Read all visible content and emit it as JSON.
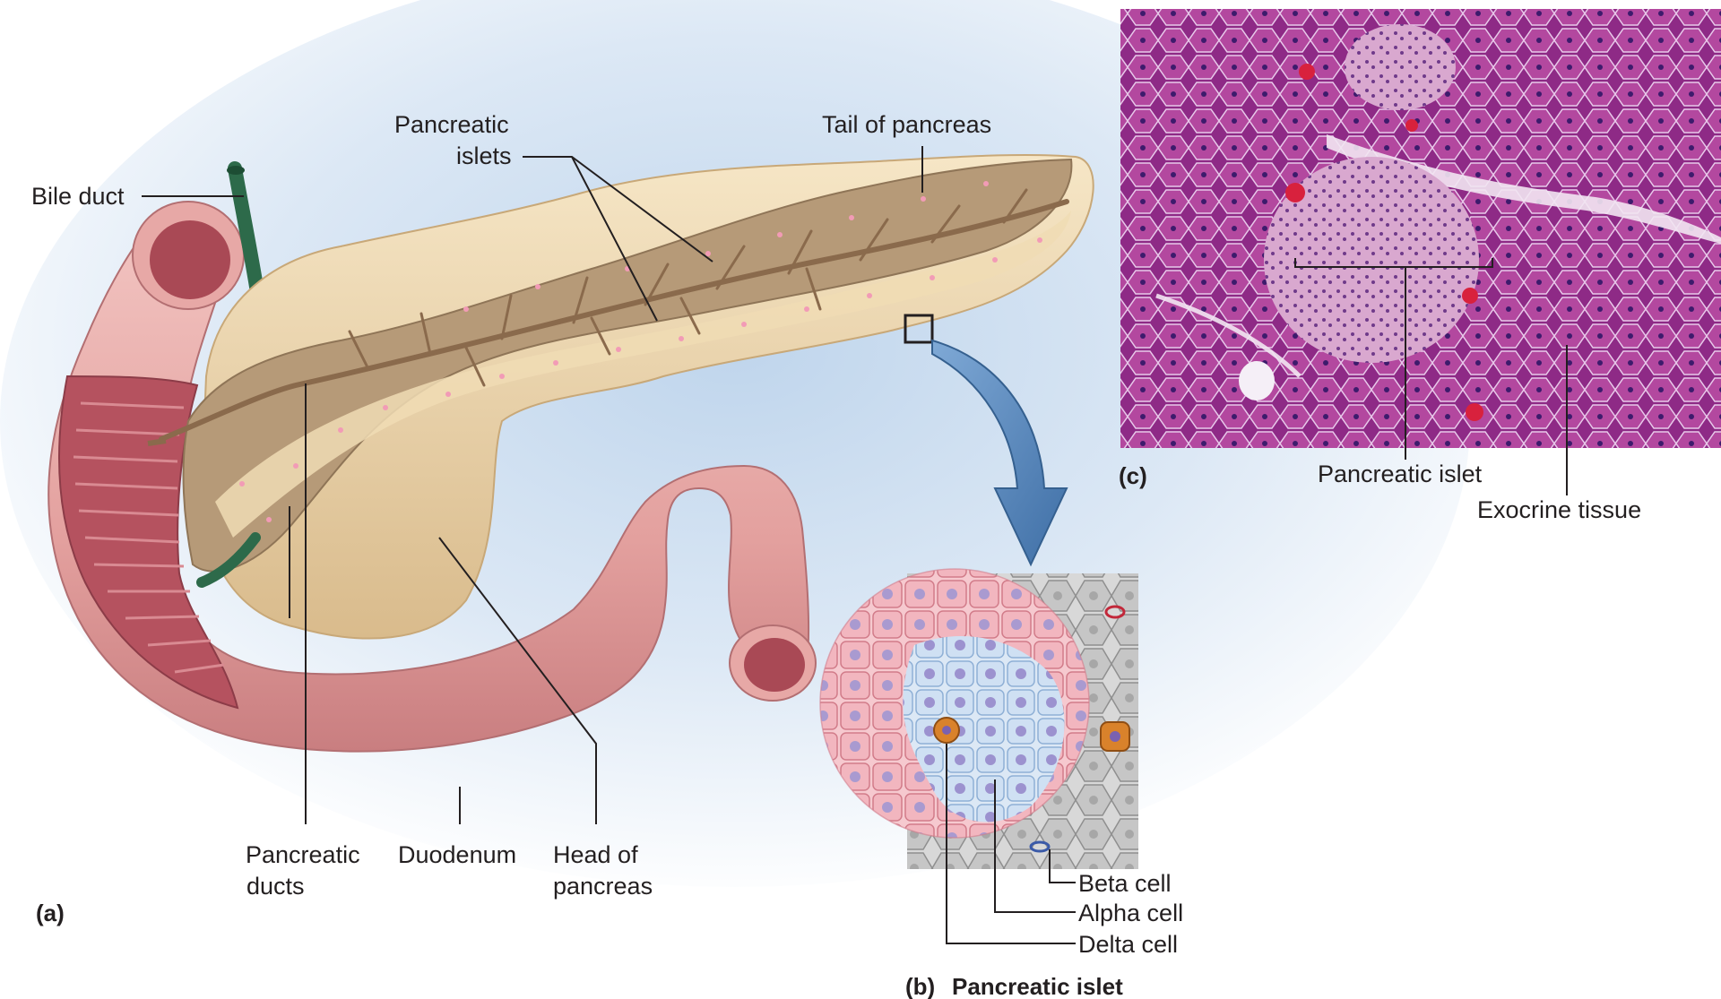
{
  "panels": {
    "a": "(a)",
    "b_letter": "(b)",
    "b_title": "Pancreatic islet",
    "c": "(c)"
  },
  "labels": {
    "bile_duct": "Bile duct",
    "pancreatic_islets_line1": "Pancreatic",
    "pancreatic_islets_line2": "islets",
    "tail_of_pancreas": "Tail of pancreas",
    "pancreatic_ducts_line1": "Pancreatic",
    "pancreatic_ducts_line2": "ducts",
    "duodenum": "Duodenum",
    "head_of_pancreas_line1": "Head of",
    "head_of_pancreas_line2": "pancreas",
    "beta_cell": "Beta cell",
    "alpha_cell": "Alpha cell",
    "delta_cell": "Delta cell",
    "pancreatic_islet": "Pancreatic islet",
    "exocrine_tissue": "Exocrine tissue"
  },
  "colors": {
    "duodenum": "#e7a8a6",
    "duodenum_inner": "#b5525f",
    "pancreas": "#ecd3a6",
    "pancreas_cut": "#b69a78",
    "bile_duct": "#2d6a4a",
    "arrow": "#5d8fc4",
    "micrograph_bg": "#9a2f8f",
    "alpha_cell": "#f2b8c0",
    "beta_cell": "#cfe0f3",
    "delta_cell": "#d9822b"
  }
}
